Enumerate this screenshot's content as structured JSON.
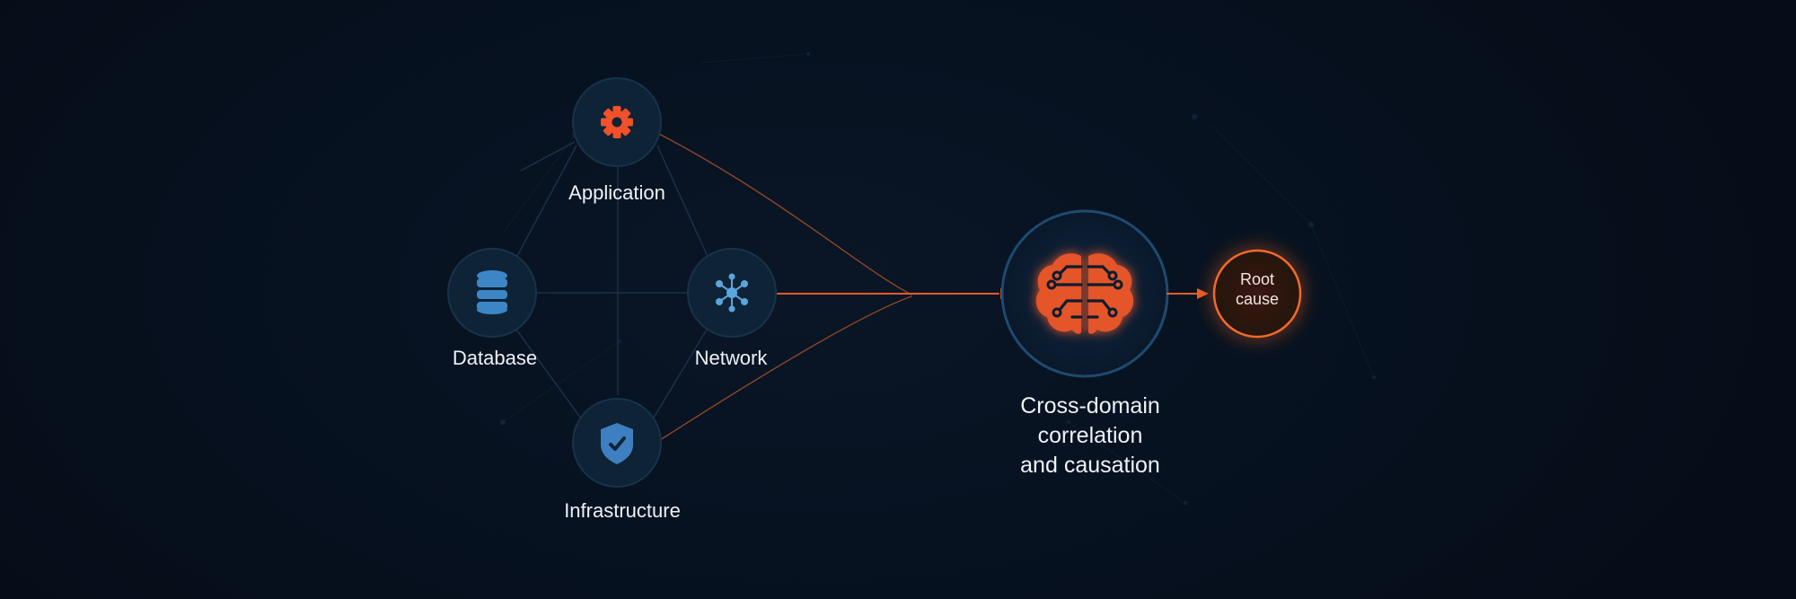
{
  "nodes": {
    "application": {
      "label": "Application",
      "icon": "gear-icon",
      "icon_color": "#f0512a"
    },
    "database": {
      "label": "Database",
      "icon": "database-icon",
      "icon_color": "#3d86c6"
    },
    "network": {
      "label": "Network",
      "icon": "network-icon",
      "icon_color": "#5aa6dc"
    },
    "infrastructure": {
      "label": "Infrastructure",
      "icon": "shield-icon",
      "icon_color": "#3d7fc0"
    }
  },
  "correlation": {
    "icon": "brain-icon",
    "lines": [
      "Cross-domain",
      "correlation",
      "and causation"
    ]
  },
  "result": {
    "lines": [
      "Root",
      "cause"
    ]
  },
  "colors": {
    "background": "#071221",
    "node_fill": "#0e2236",
    "node_stroke": "#17324a",
    "accent": "#f05a2a",
    "brain_ring": "#1f4a70",
    "text": "#eef2f7"
  }
}
